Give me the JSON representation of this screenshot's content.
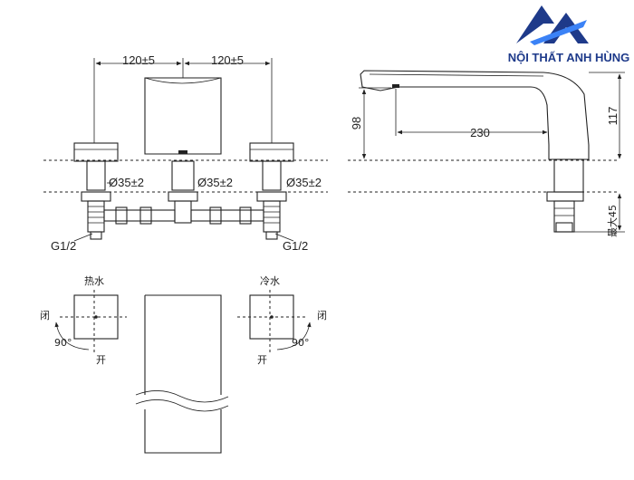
{
  "brand": {
    "name": "NỘI THẤT ANH HÙNG",
    "color": "#1e3a8a",
    "accent": "#3b82f6"
  },
  "front_view": {
    "spacing_left": "120±5",
    "spacing_right": "120±5",
    "hole_left": "Ø35±2",
    "hole_center": "Ø35±2",
    "hole_right": "Ø35±2",
    "thread_left": "G1/2",
    "thread_right": "G1/2"
  },
  "side_view": {
    "height_98": "98",
    "reach_230": "230",
    "height_117": "117",
    "max_45": "最大45"
  },
  "handles": {
    "hot_label": "热水",
    "cold_label": "冷水",
    "close_label": "闭",
    "open_label": "开",
    "angle": "90°"
  }
}
